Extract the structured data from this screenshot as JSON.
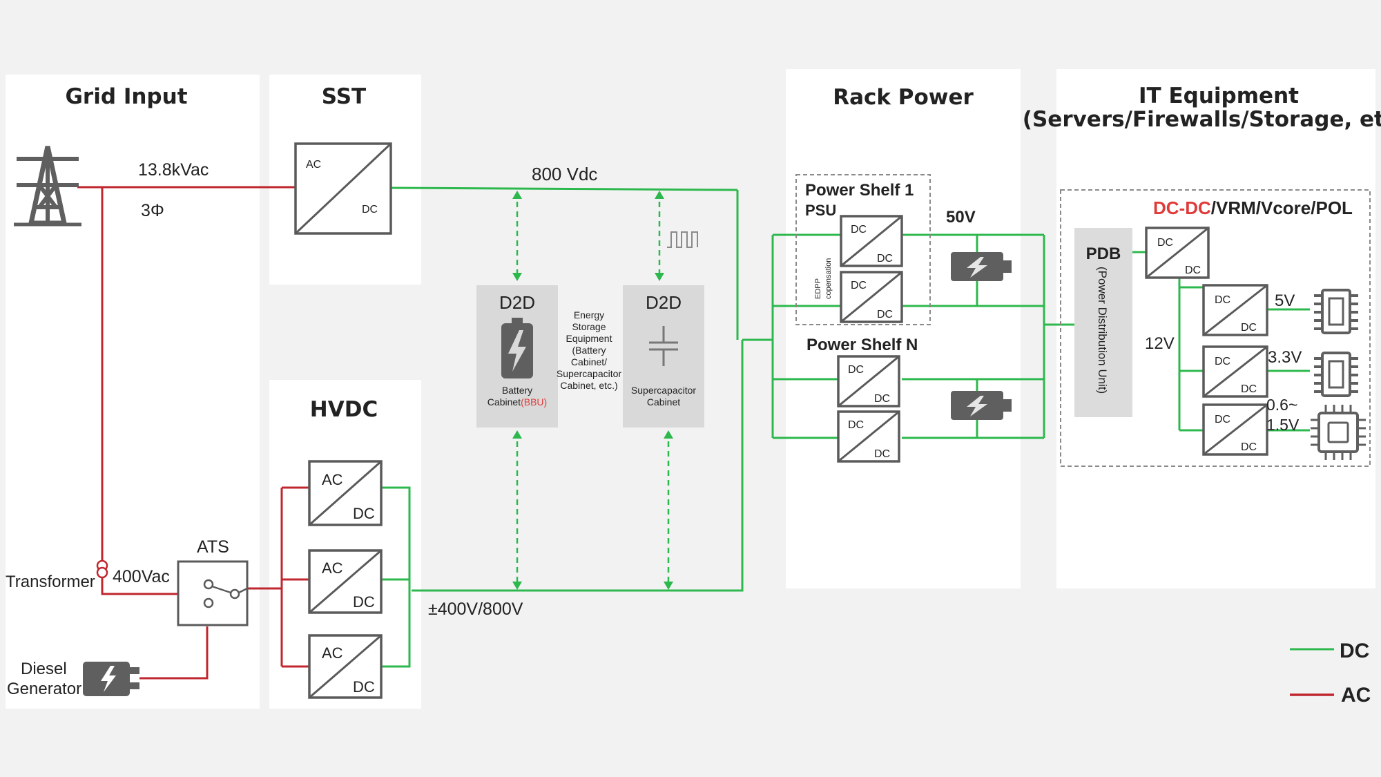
{
  "sections": {
    "grid_input": "Grid Input",
    "sst": "SST",
    "hvdc": "HVDC",
    "rack_power": "Rack Power",
    "it_equipment_line1": "IT Equipment",
    "it_equipment_line2": "(Servers/Firewalls/Storage, etc.)"
  },
  "voltages": {
    "grid": "13.8kVac",
    "phase": "3Φ",
    "bus_800": "800 Vdc",
    "low_ac": "400Vac",
    "hvdc_bus": "±400V/800V",
    "shelf_out": "50V",
    "pdb_out": "12V",
    "v5": "5V",
    "v33": "3.3V",
    "v06": "0.6~",
    "v15": "1.5V"
  },
  "components": {
    "ac": "AC",
    "dc": "DC",
    "ats": "ATS",
    "transformer": "Transformer",
    "diesel_line1": "Diesel",
    "diesel_line2": "Generator",
    "d2d": "D2D",
    "battery_line1": "Battery",
    "battery_line2": "Cabinet",
    "bbu": "(BBU)",
    "supercap_line1": "Supercapacitor",
    "supercap_line2": "Cabinet",
    "storage_note": [
      "Energy",
      "Storage",
      "Equipment",
      "(Battery",
      "Cabinet/",
      "Supercapacitor",
      "Cabinet, etc.)"
    ],
    "power_shelf_1": "Power Shelf 1",
    "psu": "PSU",
    "power_shelf_n": "Power Shelf N",
    "edpp_line1": "EDPP",
    "edpp_line2": "copensation",
    "pdb": "PDB",
    "pdb_full": "(Power Distribution Unit)",
    "dcdc_red": "DC-DC",
    "dcdc_rest": "/VRM/Vcore/POL"
  },
  "legend": {
    "dc": "DC",
    "ac": "AC"
  },
  "colors": {
    "ac_line": "#c0262d",
    "dc_line": "#2db84d",
    "bbu_text": "#e03a3a",
    "pdb_fill": "#dcdcdc"
  }
}
